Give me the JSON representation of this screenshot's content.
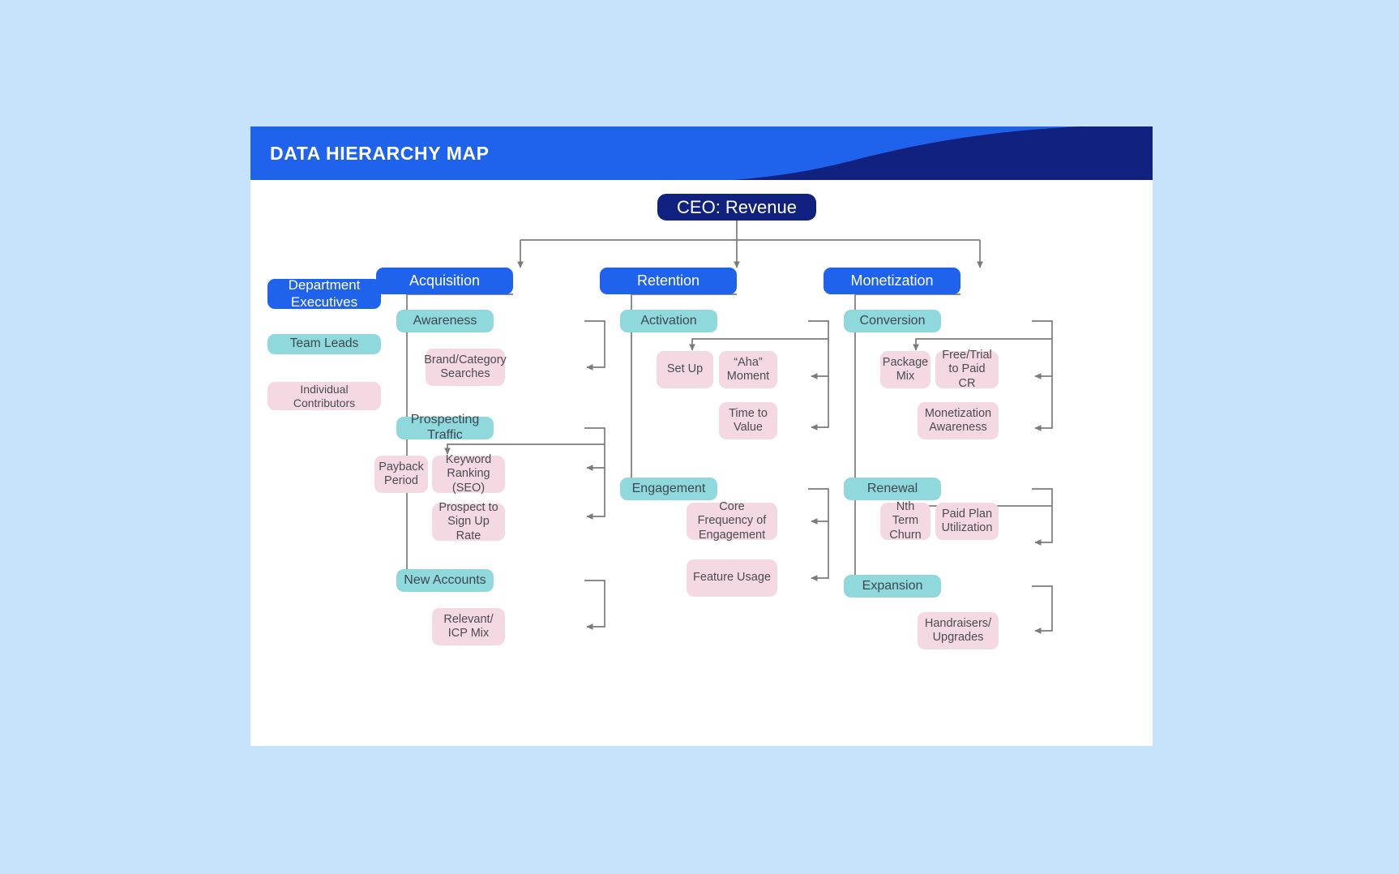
{
  "page": {
    "background_color": "#c7e2fb",
    "slide_background": "#ffffff"
  },
  "header": {
    "title": "DATA HIERARCHY MAP",
    "band_color": "#1f62ec",
    "swoosh_color": "#11217f",
    "title_color": "#ffffff"
  },
  "colors": {
    "executive": "#1f62ec",
    "team_lead": "#8fd8dc",
    "individual_contributor": "#f5d9e2",
    "root": "#11217f",
    "connector": "#7b7b7b"
  },
  "root": {
    "label": "CEO: Revenue"
  },
  "legend": {
    "items": [
      {
        "label": "Department Executives",
        "level": "executive"
      },
      {
        "label": "Team Leads",
        "level": "team_lead"
      },
      {
        "label": "Individual Contributors",
        "level": "individual_contributor"
      }
    ]
  },
  "branches": [
    {
      "label": "Acquisition",
      "level": "executive",
      "groups": [
        {
          "label": "Awareness",
          "level": "team_lead",
          "metrics": [
            {
              "label": "Brand/Category Searches"
            }
          ]
        },
        {
          "label": "Prospecting Traffic",
          "level": "team_lead",
          "metrics": [
            {
              "label": "Payback Period"
            },
            {
              "label": "Keyword Ranking (SEO)"
            },
            {
              "label": "Prospect to Sign Up Rate"
            }
          ]
        },
        {
          "label": "New Accounts",
          "level": "team_lead",
          "metrics": [
            {
              "label": "Relevant/ ICP Mix"
            }
          ]
        }
      ]
    },
    {
      "label": "Retention",
      "level": "executive",
      "groups": [
        {
          "label": "Activation",
          "level": "team_lead",
          "metrics": [
            {
              "label": "Set Up"
            },
            {
              "label": "“Aha” Moment"
            },
            {
              "label": "Time to Value"
            }
          ]
        },
        {
          "label": "Engagement",
          "level": "team_lead",
          "metrics": [
            {
              "label": "Core Frequency of Engagement"
            },
            {
              "label": "Feature Usage"
            }
          ]
        }
      ]
    },
    {
      "label": "Monetization",
      "level": "executive",
      "groups": [
        {
          "label": "Conversion",
          "level": "team_lead",
          "metrics": [
            {
              "label": "Package Mix"
            },
            {
              "label": "Free/Trial to Paid CR"
            },
            {
              "label": "Monetization Awareness"
            }
          ]
        },
        {
          "label": "Renewal",
          "level": "team_lead",
          "metrics": [
            {
              "label": "Nth Term Churn"
            },
            {
              "label": "Paid Plan Utilization"
            }
          ]
        },
        {
          "label": "Expansion",
          "level": "team_lead",
          "metrics": [
            {
              "label": "Handraisers/ Upgrades"
            }
          ]
        }
      ]
    }
  ]
}
